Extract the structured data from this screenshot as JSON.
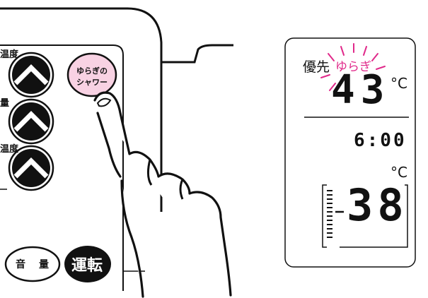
{
  "remote": {
    "left_labels": [
      "温度",
      "量",
      "温度"
    ],
    "yuragi_button": {
      "line1": "ゆらぎの",
      "line2": "シャワー"
    },
    "volume_button": {
      "left": "音",
      "right": "量"
    },
    "run_button": "運転"
  },
  "display": {
    "priority_label": "優先",
    "yuragi_label": "ゆらぎ",
    "top_temp": "43",
    "unit_top": "°C",
    "time": "6:00",
    "unit_bottom": "°C",
    "bottom_temp": "38"
  },
  "colors": {
    "accent_pink": "#e0298a",
    "button_pink_fill": "#f8d2e3",
    "outline": "#111111"
  }
}
